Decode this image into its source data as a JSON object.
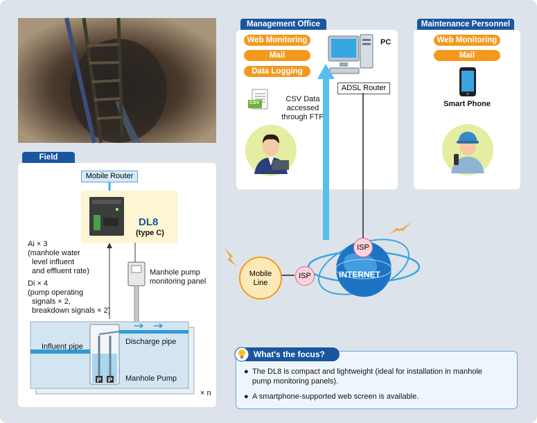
{
  "management": {
    "tab": "Management Office",
    "pills": [
      "Web Monitoring",
      "Mail",
      "Data Logging"
    ],
    "pc_label": "PC",
    "router_label": "ADSL Router",
    "csv_icon_text": "CSV",
    "csv_text": [
      "CSV Data",
      "accessed",
      "through FTP"
    ]
  },
  "maintenance": {
    "tab": "Maintenance Personnel",
    "pills": [
      "Web Monitoring",
      "Mail"
    ],
    "phone_label": "Smart Phone"
  },
  "field": {
    "tab": "Field",
    "mobile_router": "Mobile Router",
    "device_name": "DL8",
    "device_type": "(type C)",
    "ai_text": [
      "Ai × 3",
      "(manhole water",
      "level influent",
      "and effluent rate)"
    ],
    "di_text": [
      "Di × 4",
      "(pump operating",
      "signals × 2,",
      "breakdown signals × 2)"
    ],
    "panel_label": [
      "Manhole pump",
      "monitoring panel"
    ],
    "influent": "Influent pipe",
    "discharge": "Discharge pipe",
    "pump": "Manhole Pump",
    "pump_letter": "P",
    "multiplier": "× n"
  },
  "network": {
    "mobile_line": [
      "Mobile",
      "Line"
    ],
    "isp": "ISP",
    "internet": "INTERNET"
  },
  "focus": {
    "title": "What's the focus?",
    "bullets": [
      [
        "The DL8 is compact and lightweight (ideal for installation in manhole",
        "pump monitoring panels)."
      ],
      [
        "A smartphone-supported web screen is available."
      ]
    ]
  },
  "colors": {
    "tab_blue": "#1a56a0",
    "pill_orange": "#f39a1e",
    "arrow_blue": "#3fb0e6",
    "water_blue": "#cfe6f3",
    "device_bg": "#fdf6d2"
  }
}
